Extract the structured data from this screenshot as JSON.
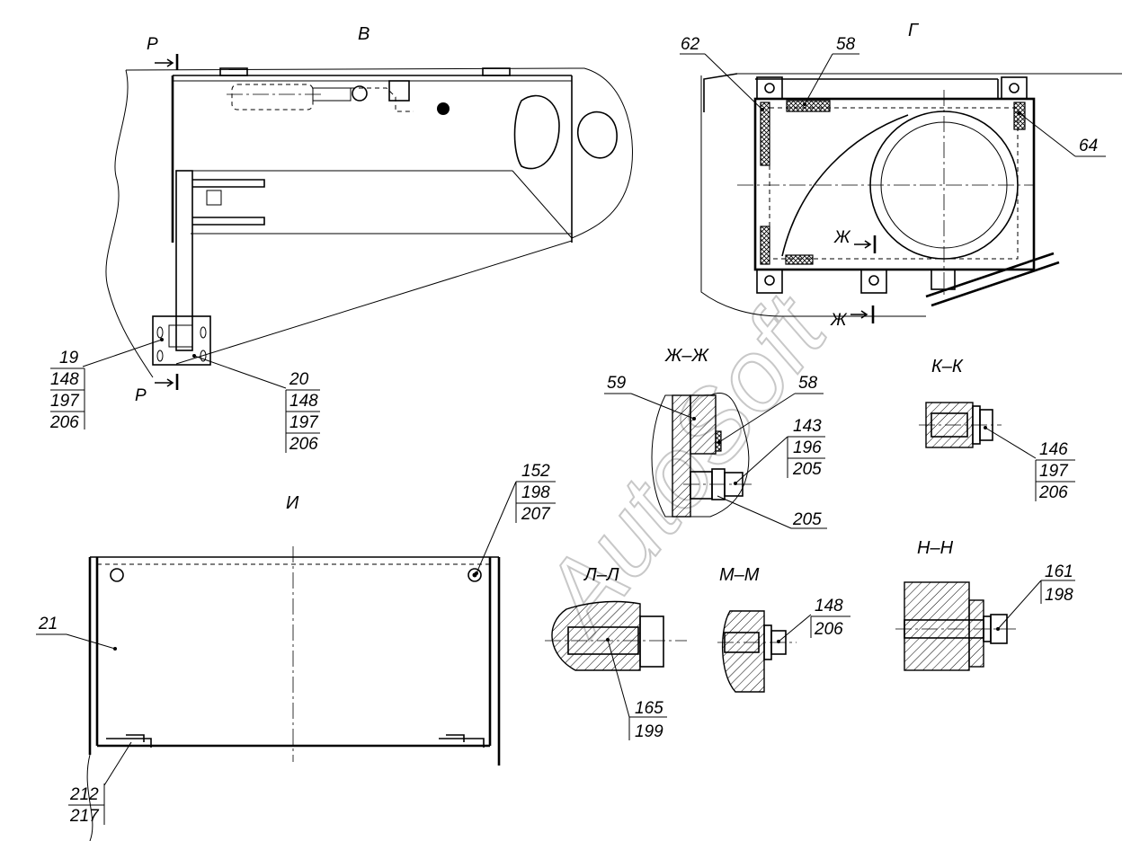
{
  "watermark": "AutoSoft",
  "views": {
    "V": {
      "title": "В"
    },
    "G": {
      "title": "Г"
    },
    "I": {
      "title": "И"
    },
    "ZZ": {
      "title": "Ж–Ж"
    },
    "KK": {
      "title": "К–К"
    },
    "LL": {
      "title": "Л–Л"
    },
    "MM": {
      "title": "М–М"
    },
    "NN": {
      "title": "Н–Н"
    }
  },
  "section_marks": {
    "P_top": "Р",
    "P_bottom": "Р",
    "Zh_inner": "Ж",
    "Zh_outer": "Ж"
  },
  "callouts": {
    "c19": [
      "19",
      "148",
      "197",
      "206"
    ],
    "c20": [
      "20",
      "148",
      "197",
      "206"
    ],
    "c62": [
      "62"
    ],
    "c58g": [
      "58"
    ],
    "c64": [
      "64"
    ],
    "c59": [
      "59"
    ],
    "c58z": [
      "58"
    ],
    "c143": [
      "143",
      "196",
      "205"
    ],
    "c205": [
      "205"
    ],
    "c146": [
      "146",
      "197",
      "206"
    ],
    "c152": [
      "152",
      "198",
      "207"
    ],
    "c21": [
      "21"
    ],
    "c212": [
      "212",
      "217"
    ],
    "c165": [
      "165",
      "199"
    ],
    "c148": [
      "148",
      "206"
    ],
    "c161": [
      "161",
      "198"
    ]
  }
}
